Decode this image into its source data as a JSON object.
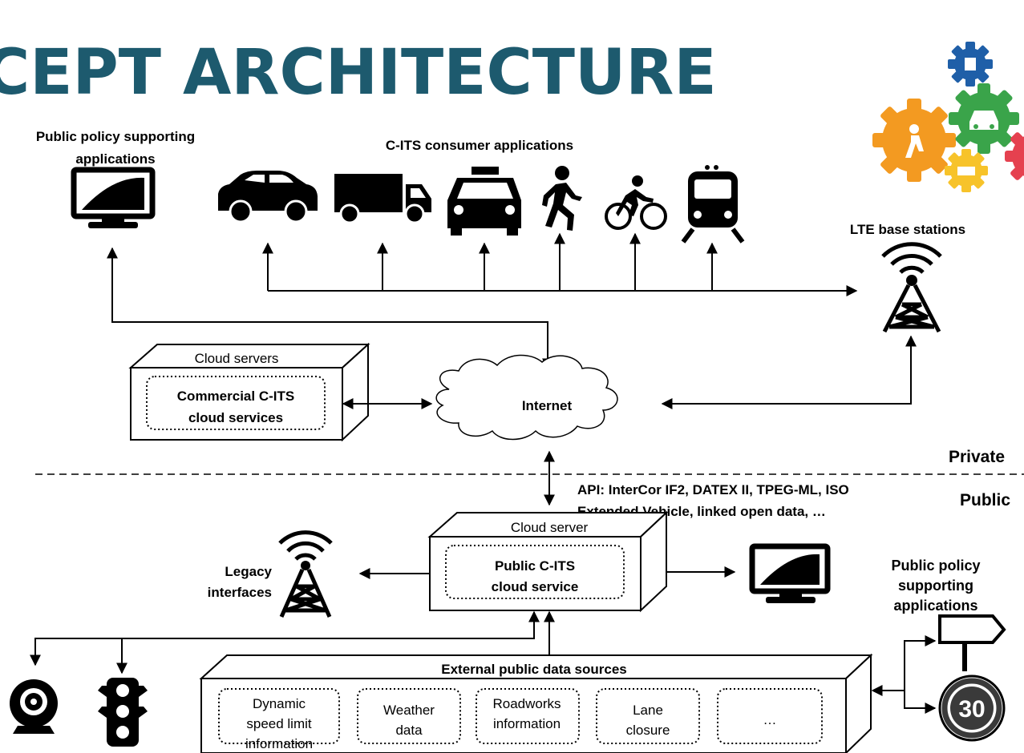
{
  "title": "CEPT ARCHITECTURE",
  "labels": {
    "policy_top_line1": "Public policy supporting",
    "policy_top_line2": "applications",
    "consumer_apps": "C-ITS consumer applications",
    "lte": "LTE base stations",
    "cloud_servers": "Cloud servers",
    "commercial_line1": "Commercial C-ITS",
    "commercial_line2": "cloud services",
    "internet": "Internet",
    "private": "Private",
    "public": "Public",
    "api_line1": "API: InterCor IF2, DATEX II, TPEG-ML, ISO",
    "api_line2": "Extended Vehicle, linked open data, …",
    "cloud_server": "Cloud server",
    "public_cits_line1": "Public C-ITS",
    "public_cits_line2": "cloud service",
    "legacy_line1": "Legacy",
    "legacy_line2": "interfaces",
    "policy_bottom_line1": "Public policy",
    "policy_bottom_line2": "supporting",
    "policy_bottom_line3": "applications",
    "external_sources": "External public data sources",
    "speed_sign": "30"
  },
  "data_sources": [
    {
      "lines": [
        "Dynamic",
        "speed limit",
        "information"
      ]
    },
    {
      "lines": [
        "Weather",
        "data"
      ]
    },
    {
      "lines": [
        "Roadworks",
        "information"
      ]
    },
    {
      "lines": [
        "Lane",
        "closure"
      ]
    },
    {
      "lines": [
        "…"
      ]
    }
  ],
  "consumer_icons": [
    "car-icon",
    "truck-icon",
    "taxi-icon",
    "pedestrian-icon",
    "cyclist-icon",
    "train-icon"
  ],
  "colors": {
    "title": "#1d5a6e",
    "gear_orange": "#f39a21",
    "gear_green": "#3aa44a",
    "gear_blue": "#1f5fa8",
    "gear_yellow": "#f7c32a",
    "gear_red": "#e5414f"
  }
}
